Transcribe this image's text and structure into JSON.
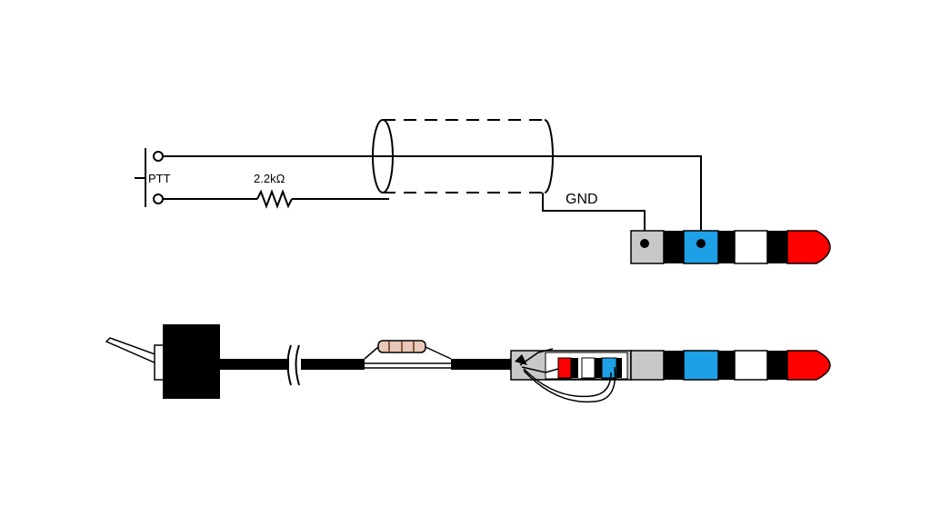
{
  "schematic": {
    "switch_label": "PTT",
    "resistor_label": "2.2kΩ",
    "ground_label": "GND"
  },
  "colors": {
    "plug_sleeve": "#c8c8c8",
    "plug_band": "#000000",
    "ring_blue": "#1ea0e6",
    "ring_white": "#ffffff",
    "tip_red": "#ff0000",
    "cable": "#000000",
    "resistor_body": "#e8c8b8"
  },
  "icons": {
    "switch": "pushbutton-switch-icon",
    "resistor": "resistor-icon",
    "shield": "coax-shield-icon",
    "plug": "trrs-plug-icon",
    "cable_break": "cable-break-icon"
  }
}
